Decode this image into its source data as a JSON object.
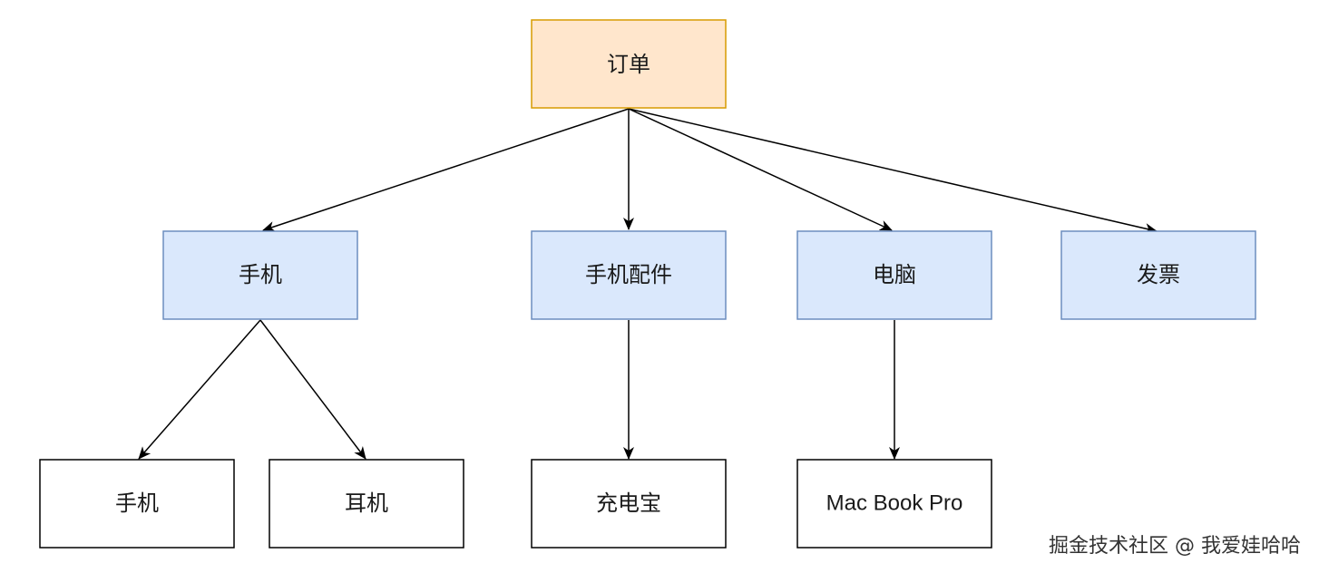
{
  "diagram": {
    "root": {
      "label": "订单",
      "fill": "#ffe6cc",
      "stroke": "#d79b00"
    },
    "level1": [
      {
        "label": "手机",
        "fill": "#dae8fc",
        "stroke": "#6c8ebf"
      },
      {
        "label": "手机配件",
        "fill": "#dae8fc",
        "stroke": "#6c8ebf"
      },
      {
        "label": "电脑",
        "fill": "#dae8fc",
        "stroke": "#6c8ebf"
      },
      {
        "label": "发票",
        "fill": "#dae8fc",
        "stroke": "#6c8ebf"
      }
    ],
    "level2": [
      {
        "label": "手机",
        "fill": "#ffffff",
        "stroke": "#000000"
      },
      {
        "label": "耳机",
        "fill": "#ffffff",
        "stroke": "#000000"
      },
      {
        "label": "充电宝",
        "fill": "#ffffff",
        "stroke": "#000000"
      },
      {
        "label": "Mac Book Pro",
        "fill": "#ffffff",
        "stroke": "#000000"
      }
    ],
    "edges": [
      {
        "from": "订单",
        "to": "手机"
      },
      {
        "from": "订单",
        "to": "手机配件"
      },
      {
        "from": "订单",
        "to": "电脑"
      },
      {
        "from": "订单",
        "to": "发票"
      },
      {
        "from": "手机",
        "to": "手机"
      },
      {
        "from": "手机",
        "to": "耳机"
      },
      {
        "from": "手机配件",
        "to": "充电宝"
      },
      {
        "from": "电脑",
        "to": "Mac Book Pro"
      }
    ],
    "edge_color": "#000000"
  },
  "watermark": "掘金技术社区 @ 我爱娃哈哈"
}
